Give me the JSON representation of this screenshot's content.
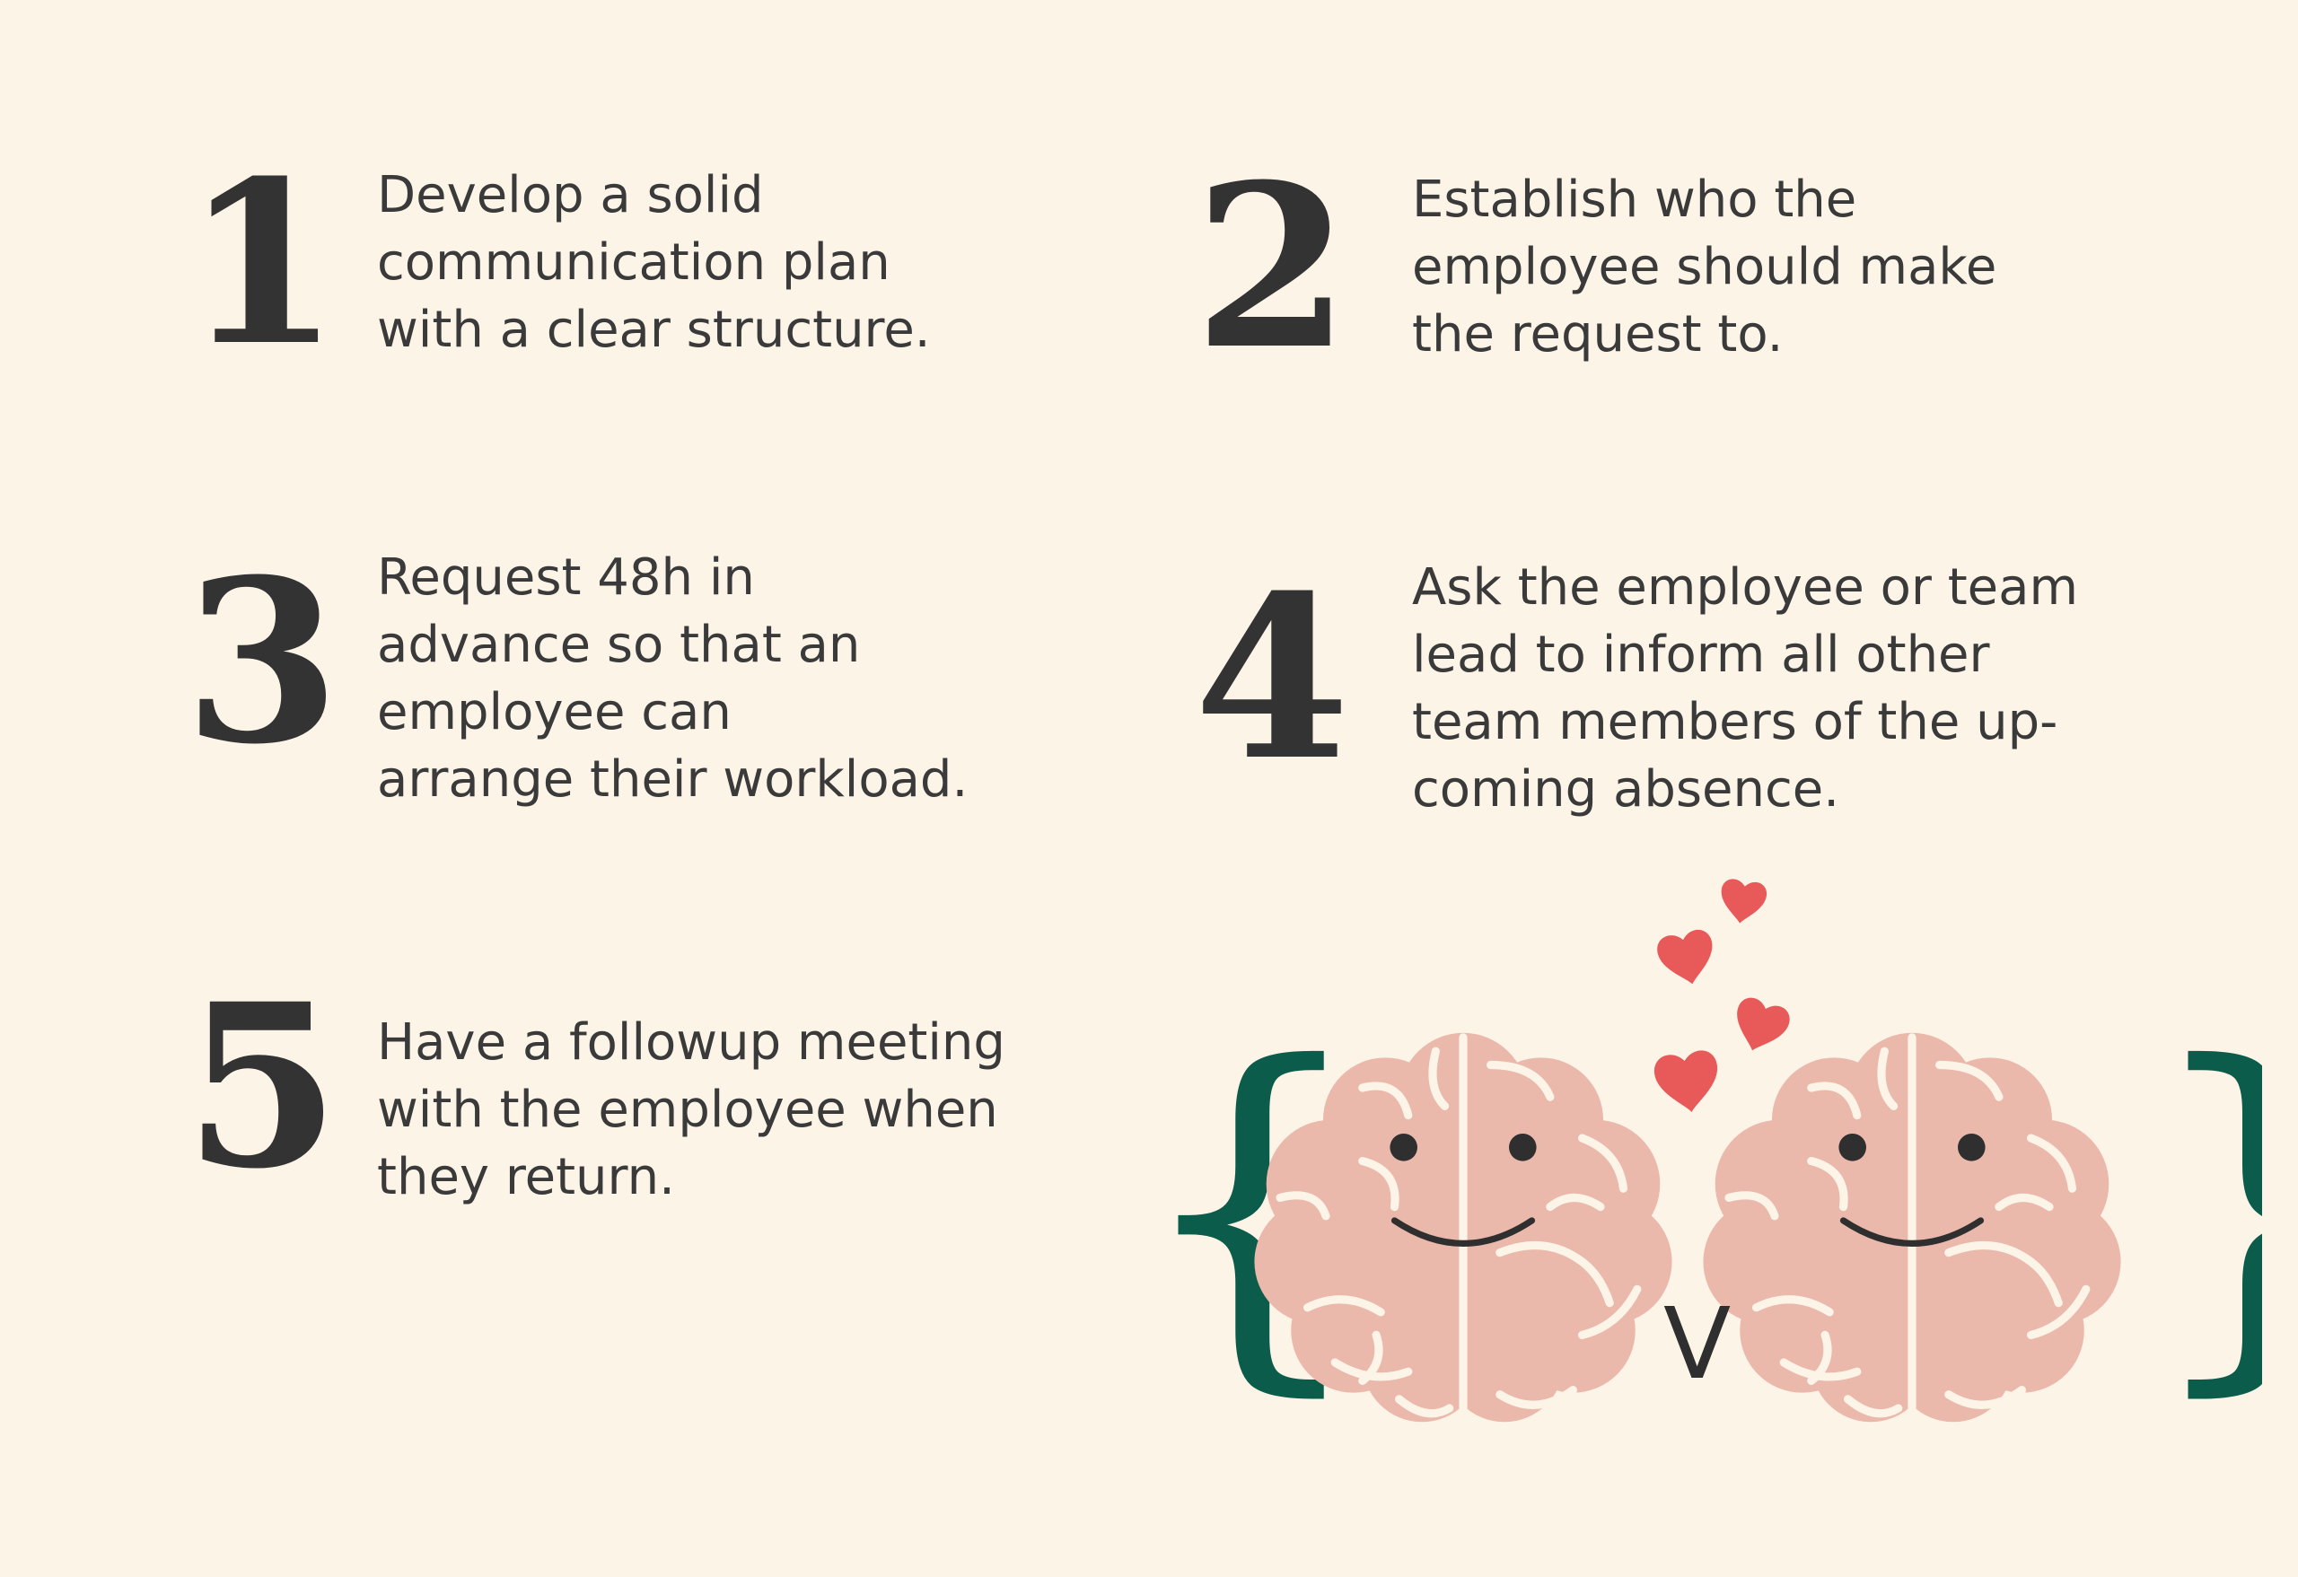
{
  "steps": [
    {
      "number": "1",
      "text": "Develop a solid\ncommunication plan\nwith a clear structure."
    },
    {
      "number": "2",
      "text": "Establish who the\nemployee should make\nthe request to."
    },
    {
      "number": "3",
      "text": "Request 48h in\nadvance so that an\nemployee can\narrange their workload."
    },
    {
      "number": "4",
      "text": "Ask the employee or team\nlead to inform all other\nteam members of the up-\ncoming absence."
    },
    {
      "number": "5",
      "text": "Have a followup meeting\nwith the employee when\nthey return."
    }
  ],
  "illustration": {
    "subject": "two-smiling-brains-with-hearts",
    "brain_color": "#ebb9ab",
    "brain_line_color": "#fdf4e8",
    "face_color": "#2f2f2f",
    "heart_color": "#e85a5a",
    "brace_color": "#0c5c4c",
    "symbol": "V"
  }
}
